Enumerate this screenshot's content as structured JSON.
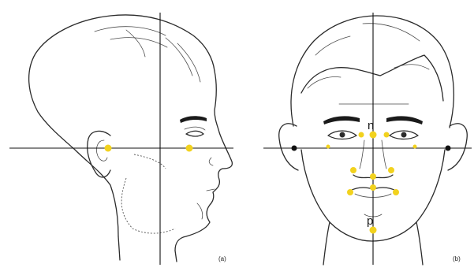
{
  "colors": {
    "landmark": "#f2d21e",
    "landmark_dark": "#111111",
    "line": "#111111"
  },
  "panels": {
    "left": {
      "label": "(a)",
      "view": "profile"
    },
    "right": {
      "label": "(b)",
      "view": "frontal"
    }
  },
  "point_labels": {
    "n": "n",
    "p": "p"
  }
}
